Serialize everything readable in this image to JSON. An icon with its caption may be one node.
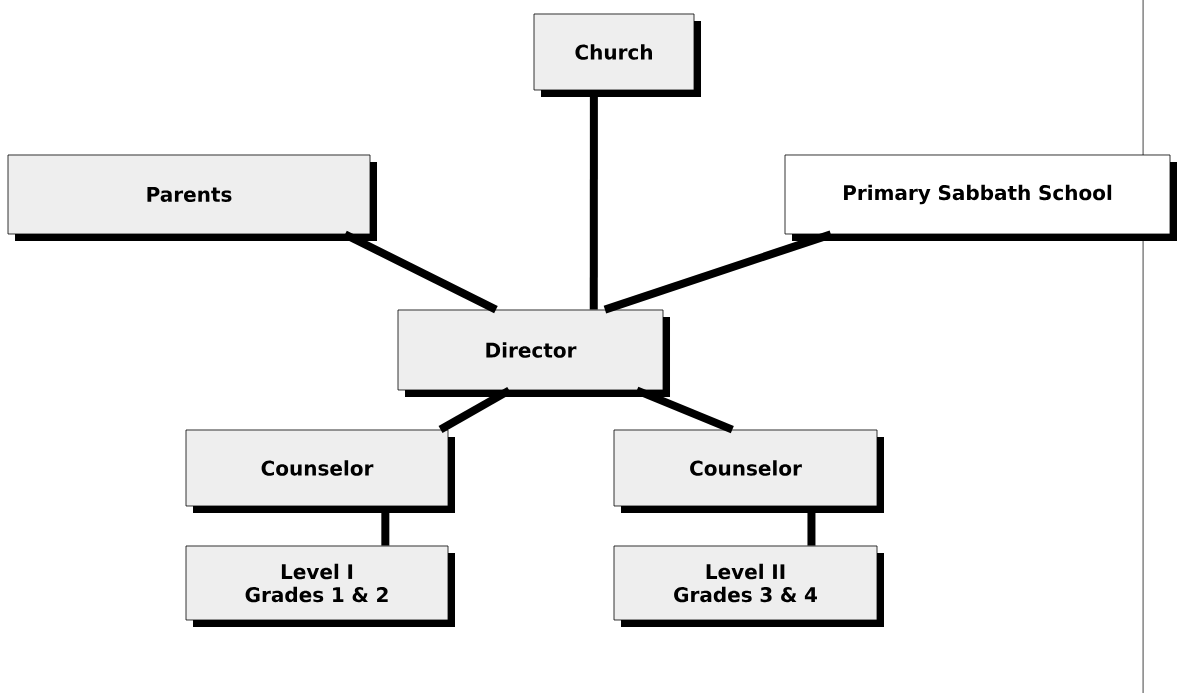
{
  "diagram": {
    "nodes": [
      {
        "text": [
          "Church"
        ]
      },
      {
        "text": [
          "Parents"
        ]
      },
      {
        "text": [
          "Primary Sabbath School"
        ]
      },
      {
        "text": [
          "Director"
        ]
      },
      {
        "text": [
          "Counselor"
        ]
      },
      {
        "text": [
          "Counselor"
        ]
      },
      {
        "text": [
          "Level I Grades 1 & 2"
        ]
      },
      {
        "text": [
          "Level II Grades 3 & 4"
        ]
      }
    ],
    "edges": [
      {
        "from": 0,
        "to": 3,
        "arrow": "none"
      },
      {
        "from": 1,
        "to": 3,
        "arrow": "none"
      },
      {
        "from": 2,
        "to": 3,
        "arrow": "none"
      },
      {
        "from": 3,
        "to": 4,
        "arrow": "none"
      },
      {
        "from": 3,
        "to": 5,
        "arrow": "none"
      },
      {
        "from": 4,
        "to": 6,
        "arrow": "none"
      },
      {
        "from": 5,
        "to": 7,
        "arrow": "none"
      }
    ]
  }
}
